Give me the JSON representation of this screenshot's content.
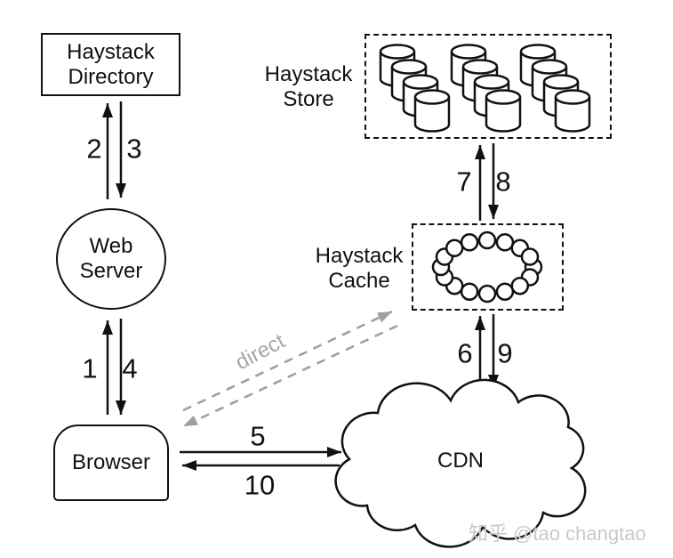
{
  "nodes": {
    "directory": {
      "line1": "Haystack",
      "line2": "Directory"
    },
    "web_server": {
      "line1": "Web",
      "line2": "Server"
    },
    "browser": {
      "label": "Browser"
    },
    "store": {
      "line1": "Haystack",
      "line2": "Store",
      "icon": "database-cylinder-cluster-icon"
    },
    "cache": {
      "line1": "Haystack",
      "line2": "Cache",
      "icon": "server-ring-icon"
    },
    "cdn": {
      "label": "CDN",
      "icon": "cloud-shape"
    }
  },
  "edges": {
    "1": {
      "label": "1",
      "from": "browser",
      "to": "web-server"
    },
    "2": {
      "label": "2",
      "from": "web-server",
      "to": "haystack-directory"
    },
    "3": {
      "label": "3",
      "from": "haystack-directory",
      "to": "web-server"
    },
    "4": {
      "label": "4",
      "from": "web-server",
      "to": "browser"
    },
    "5": {
      "label": "5",
      "from": "browser",
      "to": "cdn"
    },
    "6": {
      "label": "6",
      "from": "cdn",
      "to": "haystack-cache"
    },
    "7": {
      "label": "7",
      "from": "haystack-cache",
      "to": "haystack-store"
    },
    "8": {
      "label": "8",
      "from": "haystack-store",
      "to": "haystack-cache"
    },
    "9": {
      "label": "9",
      "from": "haystack-cache",
      "to": "cdn"
    },
    "10": {
      "label": "10",
      "from": "cdn",
      "to": "browser"
    },
    "direct": {
      "label": "direct",
      "from": "browser",
      "to": "haystack-cache",
      "style": "gray-dashed-bidirectional"
    }
  },
  "colors": {
    "line": "#111111",
    "direct_gray": "#9e9e9e",
    "watermark_gray": "#c9c9c9",
    "background": "#ffffff"
  },
  "watermark": {
    "text": "知乎 @tao changtao"
  }
}
